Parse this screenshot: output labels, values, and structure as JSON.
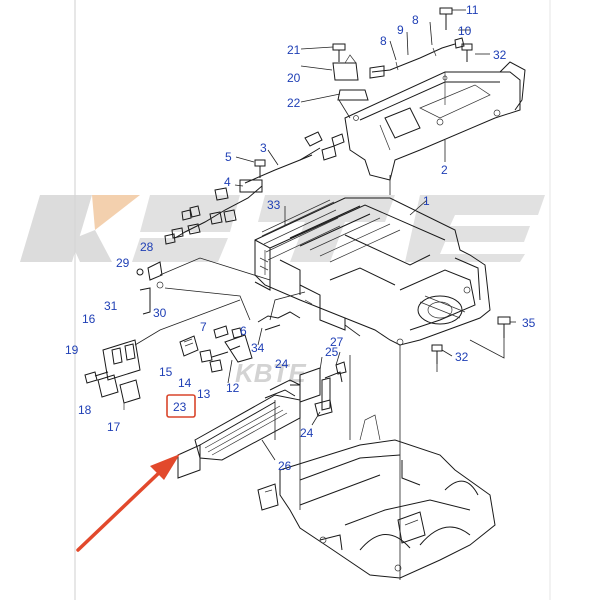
{
  "diagram": {
    "watermark_text": "KBTE",
    "callouts": [
      {
        "id": "n1",
        "text": "1"
      },
      {
        "id": "n2",
        "text": "2"
      },
      {
        "id": "n3",
        "text": "3"
      },
      {
        "id": "n4",
        "text": "4"
      },
      {
        "id": "n5",
        "text": "5"
      },
      {
        "id": "n6",
        "text": "6"
      },
      {
        "id": "n7",
        "text": "7"
      },
      {
        "id": "n8a",
        "text": "8"
      },
      {
        "id": "n8b",
        "text": "8"
      },
      {
        "id": "n9",
        "text": "9"
      },
      {
        "id": "n10",
        "text": "10"
      },
      {
        "id": "n11",
        "text": "11"
      },
      {
        "id": "n12",
        "text": "12"
      },
      {
        "id": "n13",
        "text": "13"
      },
      {
        "id": "n14",
        "text": "14"
      },
      {
        "id": "n15",
        "text": "15"
      },
      {
        "id": "n16",
        "text": "16"
      },
      {
        "id": "n17",
        "text": "17"
      },
      {
        "id": "n18",
        "text": "18"
      },
      {
        "id": "n19",
        "text": "19"
      },
      {
        "id": "n20",
        "text": "20"
      },
      {
        "id": "n21",
        "text": "21"
      },
      {
        "id": "n22",
        "text": "22"
      },
      {
        "id": "n23",
        "text": "23"
      },
      {
        "id": "n24a",
        "text": "24"
      },
      {
        "id": "n24b",
        "text": "24"
      },
      {
        "id": "n25",
        "text": "25"
      },
      {
        "id": "n26",
        "text": "26"
      },
      {
        "id": "n27",
        "text": "27"
      },
      {
        "id": "n28",
        "text": "28"
      },
      {
        "id": "n29",
        "text": "29"
      },
      {
        "id": "n30",
        "text": "30"
      },
      {
        "id": "n31",
        "text": "31"
      },
      {
        "id": "n32a",
        "text": "32"
      },
      {
        "id": "n32b",
        "text": "32"
      },
      {
        "id": "n33",
        "text": "33"
      },
      {
        "id": "n34",
        "text": "34"
      },
      {
        "id": "n35",
        "text": "35"
      }
    ],
    "highlighted_callout": "23",
    "colors": {
      "callout_text": "#1f3fb5",
      "highlight_box": "#d9452b",
      "arrow": "#e2492c",
      "watermark_gray": "#d6d6d6",
      "watermark_orange": "#f2c8a0",
      "line": "#1a1a1a"
    }
  }
}
